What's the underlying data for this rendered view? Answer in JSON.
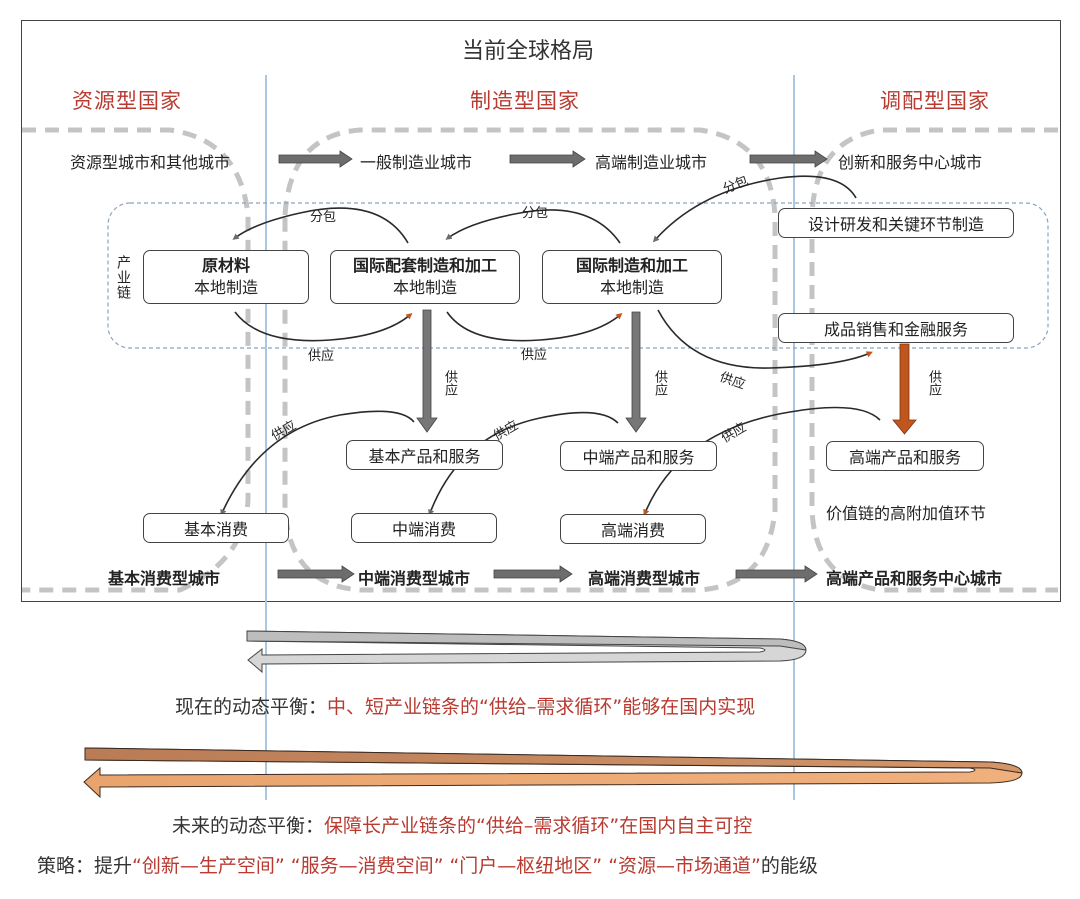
{
  "title": "当前全球格局",
  "countries": [
    {
      "id": "resource",
      "label": "资源型国家"
    },
    {
      "id": "manufacturing",
      "label": "制造型国家"
    },
    {
      "id": "allocation",
      "label": "调配型国家"
    }
  ],
  "top_cities": [
    "资源型城市和其他城市",
    "一般制造业城市",
    "高端制造业城市",
    "创新和服务中心城市"
  ],
  "industry_chain_label": "产业链",
  "chain_boxes": [
    {
      "line1": "原材料",
      "line2": "本地制造"
    },
    {
      "line1": "国际配套制造和加工",
      "line2": "本地制造"
    },
    {
      "line1": "国际制造和加工",
      "line2": "本地制造"
    }
  ],
  "right_boxes": {
    "design": "设计研发和关键环节制造",
    "sales": "成品销售和金融服务",
    "high_products": "高端产品和服务"
  },
  "product_boxes": [
    "基本产品和服务",
    "中端产品和服务"
  ],
  "consumption_boxes": [
    "基本消费",
    "中端消费",
    "高端消费"
  ],
  "value_chain_note": "价值链的高附加值环节",
  "bottom_cities": [
    "基本消费型城市",
    "中端消费型城市",
    "高端消费型城市",
    "高端产品和服务中心城市"
  ],
  "arrow_labels": {
    "subcontract": "分包",
    "supply": "供应"
  },
  "captions": {
    "now_prefix": "现在的动态平衡：",
    "now_red": "中、短产业链条的“供给–需求循环”能够在国内实现",
    "future_prefix": "未来的动态平衡：",
    "future_red": "保障长产业链条的“供给–需求循环”在国内自主可控",
    "strategy_prefix": "策略：提升",
    "strategy_red": "“创新—生产空间” “服务—消费空间” “门户—枢纽地区” “资源—市场通道”",
    "strategy_suffix": "的能级"
  },
  "colors": {
    "red_text": "#b83a30",
    "gray_arrow": "#7a7a7a",
    "orange_arrow": "#c0561e",
    "short_loop_fill": "#c8c8c8",
    "long_loop_fill": "#d4956a",
    "divider_blue": "#a9c6e2"
  }
}
